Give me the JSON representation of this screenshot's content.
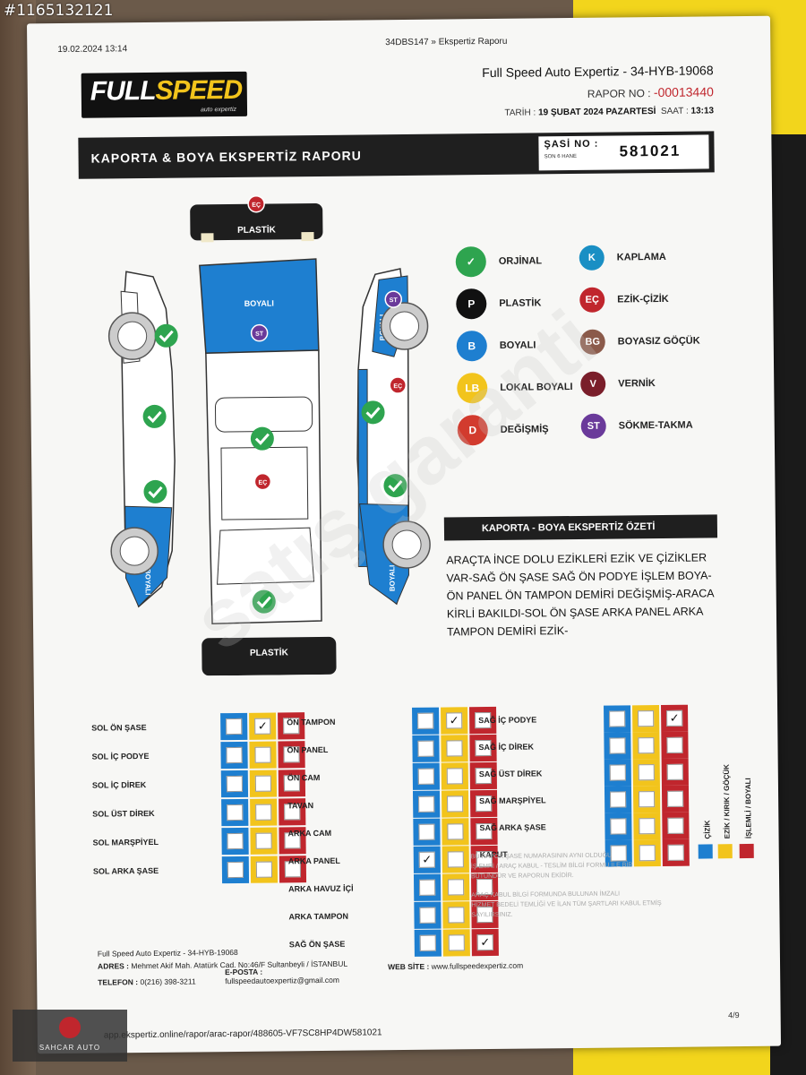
{
  "watermark_id": "#1165132121",
  "print_header": {
    "datetime": "19.02.2024 13:14",
    "title": "34DBS147 » Ekspertiz Raporu"
  },
  "logo": {
    "main_a": "FULL",
    "main_b": "SPEED",
    "sub": "auto expertiz"
  },
  "company": "Full Speed Auto Expertiz - 34-HYB-19068",
  "rapor_no": {
    "label": "RAPOR NO :",
    "value": "-00013440"
  },
  "tarih": {
    "label": "TARİH :",
    "value": "19 ŞUBAT 2024 PAZARTESİ",
    "saat_label": "SAAT :",
    "saat": "13:13"
  },
  "title_bar": {
    "title": "KAPORTA & BOYA EKSPERTİZ RAPORU",
    "sasi_label": "ŞASİ NO :",
    "sasi_sub": "SON 6 HANE",
    "sasi_value": "581021"
  },
  "diagram": {
    "front_bumper": "PLASTİK",
    "rear_bumper": "PLASTİK",
    "hood": "BOYALI",
    "left_front": "BOYALI",
    "left_rear": "BOYALI",
    "right_rear": "BOYALI",
    "badge_ec": "EÇ",
    "badge_st": "ST"
  },
  "legend": [
    {
      "code": "✓",
      "label": "ORJİNAL",
      "color": "#2ea44f"
    },
    {
      "code": "K",
      "label": "KAPLAMA",
      "color": "#1a8fc4"
    },
    {
      "code": "P",
      "label": "PLASTİK",
      "color": "#111111"
    },
    {
      "code": "EÇ",
      "label": "EZİK-ÇİZİK",
      "color": "#c0262d"
    },
    {
      "code": "B",
      "label": "BOYALI",
      "color": "#1e7fd0"
    },
    {
      "code": "BG",
      "label": "BOYASIZ GÖÇÜK",
      "color": "#8b5a4a"
    },
    {
      "code": "LB",
      "label": "LOKAL BOYALI",
      "color": "#f2c41c"
    },
    {
      "code": "V",
      "label": "VERNİK",
      "color": "#7a1e2a"
    },
    {
      "code": "D",
      "label": "DEĞİŞMİŞ",
      "color": "#d23b2e"
    },
    {
      "code": "ST",
      "label": "SÖKME-TAKMA",
      "color": "#6a3a9a"
    }
  ],
  "summary": {
    "heading": "KAPORTA - BOYA EKSPERTİZ ÖZETİ",
    "text": "ARAÇTA İNCE DOLU EZİKLERİ EZİK VE ÇİZİKLER VAR-SAĞ ÖN ŞASE SAĞ ÖN PODYE İŞLEM BOYA-ÖN PANEL ÖN TAMPON DEMİRİ DEĞİŞMİŞ-ARACA KİRLİ BAKILDI-SOL ÖN ŞASE ARKA PANEL ARKA TAMPON DEMİRİ EZİK-"
  },
  "checklist": {
    "col1": [
      {
        "label": "SOL ÖN ŞASE",
        "marks": [
          "",
          "✓",
          ""
        ]
      },
      {
        "label": "SOL İÇ PODYE",
        "marks": [
          "",
          "",
          ""
        ]
      },
      {
        "label": "SOL İÇ DİREK",
        "marks": [
          "",
          "",
          ""
        ]
      },
      {
        "label": "SOL ÜST DİREK",
        "marks": [
          "",
          "",
          ""
        ]
      },
      {
        "label": "SOL MARŞPİYEL",
        "marks": [
          "",
          "",
          ""
        ]
      },
      {
        "label": "SOL ARKA ŞASE",
        "marks": [
          "",
          "",
          ""
        ]
      }
    ],
    "col2": [
      {
        "label": "ÖN TAMPON",
        "marks": [
          "",
          "✓",
          ""
        ]
      },
      {
        "label": "ÖN PANEL",
        "marks": [
          "",
          "",
          ""
        ]
      },
      {
        "label": "ÖN CAM",
        "marks": [
          "",
          "",
          ""
        ]
      },
      {
        "label": "TAVAN",
        "marks": [
          "",
          "",
          ""
        ]
      },
      {
        "label": "ARKA CAM",
        "marks": [
          "",
          "",
          ""
        ]
      },
      {
        "label": "ARKA PANEL",
        "marks": [
          "✓",
          "",
          ""
        ]
      },
      {
        "label": "ARKA HAVUZ İÇİ",
        "marks": [
          "",
          "",
          ""
        ]
      },
      {
        "label": "ARKA TAMPON",
        "marks": [
          "",
          "",
          ""
        ]
      },
      {
        "label": "SAĞ ÖN ŞASE",
        "marks": [
          "",
          "",
          "✓"
        ]
      }
    ],
    "col3": [
      {
        "label": "SAĞ İÇ PODYE",
        "marks": [
          "",
          "",
          "✓"
        ]
      },
      {
        "label": "SAĞ İÇ DİREK",
        "marks": [
          "",
          "",
          ""
        ]
      },
      {
        "label": "SAĞ ÜST DİREK",
        "marks": [
          "",
          "",
          ""
        ]
      },
      {
        "label": "SAĞ MARŞPİYEL",
        "marks": [
          "",
          "",
          ""
        ]
      },
      {
        "label": "SAĞ ARKA ŞASE",
        "marks": [
          "",
          "",
          ""
        ]
      },
      {
        "label": "KAPUT",
        "marks": [
          "",
          "",
          ""
        ]
      }
    ],
    "axis_labels": [
      "ÇİZİK",
      "EZİK / KIRIK / GÖÇÜK",
      "İŞLEMLİ / BOYALI"
    ],
    "colors": [
      "#1e7fd0",
      "#f2c41c",
      "#c0262d"
    ]
  },
  "fine_print": [
    "BU RAPOR ŞASE NUMARASININ AYNI OLDUĞU",
    "İŞ EMRİ / ARAÇ KABUL - TESLİM BİLGİ FORMU İLE BİR",
    "BÜTÜNDÜR VE RAPORUN EKİDİR.",
    "ARAÇ KABUL BİLGİ FORMUNDA BULUNAN İMZALI",
    "HİZMET BEDELİ TEMLİĞİ VE İLAN TÜM ŞARTLARI KABUL ETMİŞ",
    "SAYILIRSINIZ."
  ],
  "footer": {
    "company": "Full Speed Auto Expertiz - 34-HYB-19068",
    "adres_label": "ADRES :",
    "adres": "Mehmet Akif Mah. Atatürk Cad. No:46/F Sultanbeyli / İSTANBUL",
    "telefon_label": "TELEFON :",
    "telefon": "0(216) 398-3211",
    "eposta_label": "E-POSTA :",
    "eposta": "fullspeedautoexpertiz@gmail.com",
    "web_label": "WEB SİTE :",
    "web": "www.fullspeedexpertiz.com",
    "page": "4/9",
    "url": "app.ekspertiz.online/rapor/arac-rapor/488605-VF7SC8HP4DW581021"
  },
  "brand_stamp": "SAHCAR AUTO",
  "overlay_watermark": "satış garanti"
}
